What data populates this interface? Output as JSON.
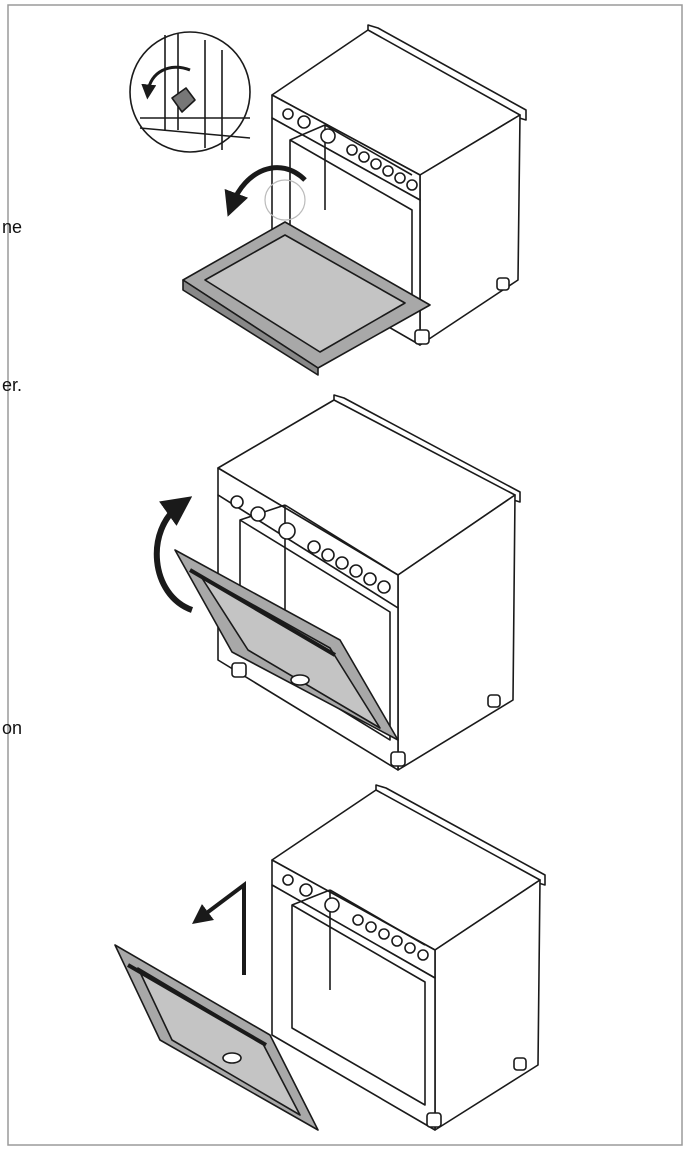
{
  "fragments": [
    "ne",
    "er.",
    "on"
  ],
  "colors": {
    "line": "#1a1a1a",
    "door_fill": "#a8a8a8",
    "door_inner": "#c4c4c4",
    "background": "#ffffff",
    "frame": "#9a9a9a"
  },
  "steps": [
    {
      "name": "open-door-and-flip-hinge-lever",
      "arrow": "curved-arrow-down-left"
    },
    {
      "name": "raise-door-to-angle",
      "arrow": "curved-arrow-up"
    },
    {
      "name": "lift-door-off",
      "arrow": "bent-arrow-up-left"
    }
  ]
}
